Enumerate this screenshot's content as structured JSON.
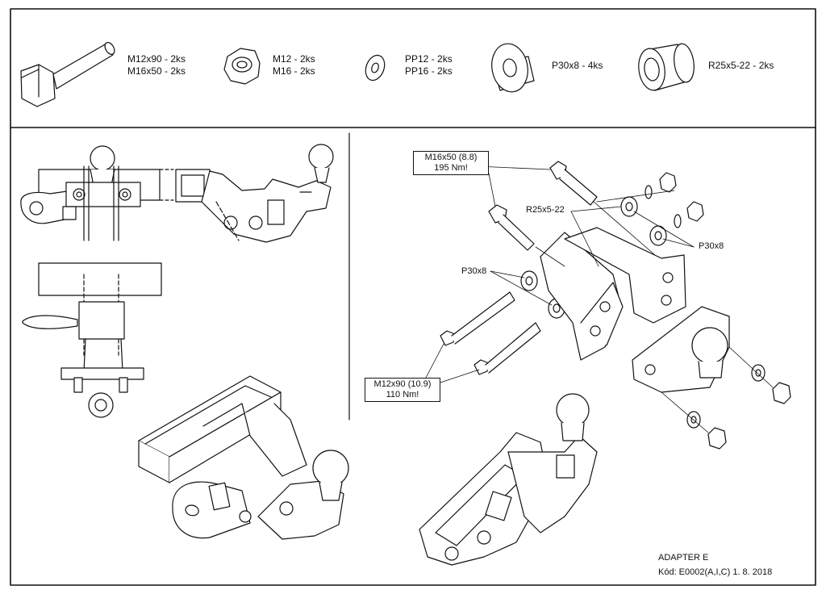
{
  "parts": [
    {
      "icon": "bolt-icon",
      "lines": [
        "M12x90 - 2ks",
        "M16x50 - 2ks"
      ]
    },
    {
      "icon": "nut-icon",
      "lines": [
        "M12 - 2ks",
        "M16 - 2ks"
      ]
    },
    {
      "icon": "washer-icon",
      "lines": [
        "PP12 - 2ks",
        "PP16 - 2ks"
      ]
    },
    {
      "icon": "spacer-icon",
      "lines": [
        "P30x8 - 4ks"
      ]
    },
    {
      "icon": "sleeve-icon",
      "lines": [
        "R25x5-22 - 2ks"
      ]
    }
  ],
  "callouts": {
    "m16": [
      "M16x50 (8.8)",
      "195 Nm!"
    ],
    "m12": [
      "M12x90 (10.9)",
      "110 Nm!"
    ],
    "r25": "R25x5-22",
    "p30_left": "P30x8",
    "p30_right": "P30x8"
  },
  "footer": {
    "title": "ADAPTER E",
    "code": "Kód: E0002(A,I,C)  1. 8. 2018"
  }
}
